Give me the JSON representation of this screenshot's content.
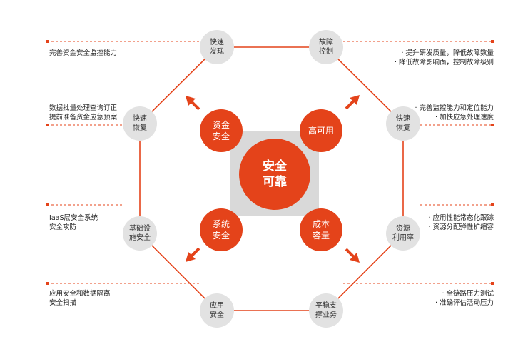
{
  "colors": {
    "accent": "#e4431a",
    "node_fill": "#e2e2e2",
    "center_square": "#d9d9d9",
    "dash": "#e4431a"
  },
  "core": {
    "label": "安全\n可靠"
  },
  "pillars": {
    "funds": "资金\n安全",
    "ha": "高可用",
    "system": "系统\n安全",
    "cost": "成本\n容量"
  },
  "nodes": {
    "fast_discover": "快速\n发现",
    "fault_control": "故障\n控制",
    "fast_recover_left": "快速\n恢复",
    "fast_recover_right": "快速\n恢复",
    "infra_security": "基础设\n施安全",
    "resource_util": "资源\n利用率",
    "app_security": "应用\n安全",
    "stable_support": "平稳支\n撑业务"
  },
  "notes": {
    "left_1": [
      "· 完善资金安全监控能力"
    ],
    "left_2": [
      "· 数据批量处理查询订正",
      "· 提前准备资金应急预案"
    ],
    "left_3": [
      "· IaaS层安全系统",
      "· 安全攻防"
    ],
    "left_4": [
      "· 应用安全和数据隔离",
      "· 安全扫描"
    ],
    "right_1": [
      "· 提升研发质量，降低故障数量",
      "· 降低故障影响面，控制故障级别"
    ],
    "right_2": [
      "· 完善监控能力和定位能力",
      "· 加快应急处理速度"
    ],
    "right_3": [
      "· 应用性能常态化跟踪",
      "· 资源分配弹性扩缩容"
    ],
    "right_4": [
      "· 全链路压力测试",
      "· 准确评估活动压力"
    ]
  }
}
